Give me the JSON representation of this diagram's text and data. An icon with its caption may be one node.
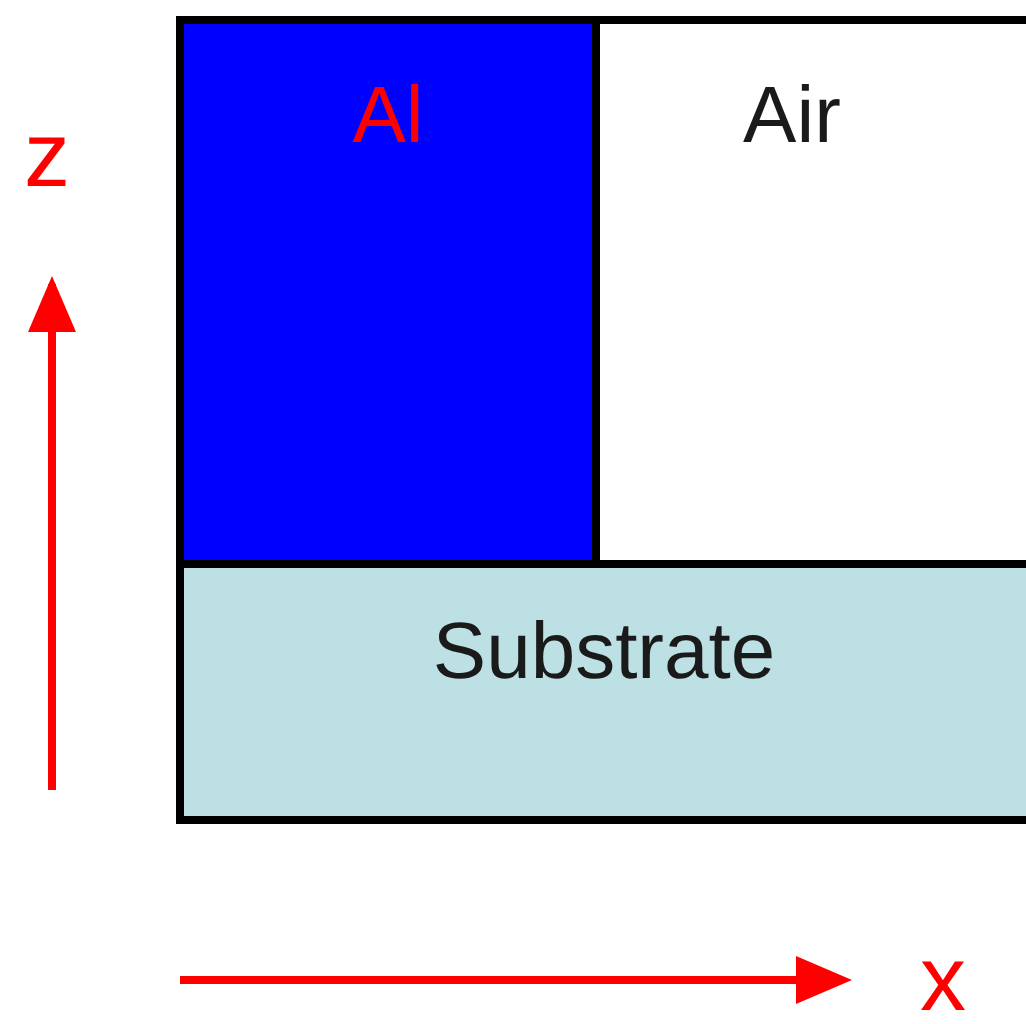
{
  "diagram": {
    "nodes": [
      {
        "text": [
          "Al"
        ]
      },
      {
        "text": [
          "Air"
        ]
      },
      {
        "text": [
          "Substrate"
        ]
      }
    ],
    "labels": [
      "z",
      "x"
    ]
  }
}
